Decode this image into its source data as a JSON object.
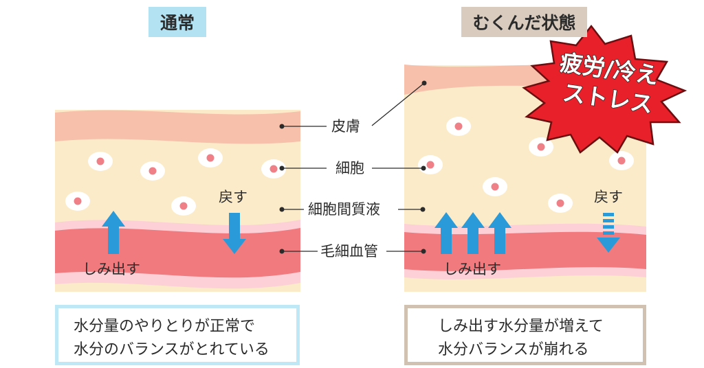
{
  "headers": {
    "normal": "通常",
    "swollen": "むくんだ状態"
  },
  "labels": {
    "skin": "皮膚",
    "cell": "細胞",
    "interstitial": "細胞間質液",
    "capillary": "毛細血管"
  },
  "arrows": {
    "seep_out": "しみ出す",
    "return": "戻す"
  },
  "burst": {
    "line1": "疲労/冷え",
    "line2": "ストレス"
  },
  "captions": {
    "normal": [
      "水分量のやりとりが正常で",
      "水分のバランスがとれている"
    ],
    "swollen": [
      "しみ出す水分量が増えて",
      "水分バランスが崩れる"
    ]
  },
  "colors": {
    "tissue": "#fcebc8",
    "skin": "#f7c0ab",
    "vessel": "#f07a7d",
    "vessel_outline": "#fdd0d7",
    "arrow": "#2a9ad8",
    "burst": "#e8202a",
    "normal_accent": "#bfe8f6",
    "swollen_accent": "#d1c1b1"
  },
  "icons": {
    "seep_arrow": "up-arrow-icon",
    "return_arrow": "down-arrow-icon",
    "weak_return_arrow": "dashed-down-arrow-icon"
  }
}
